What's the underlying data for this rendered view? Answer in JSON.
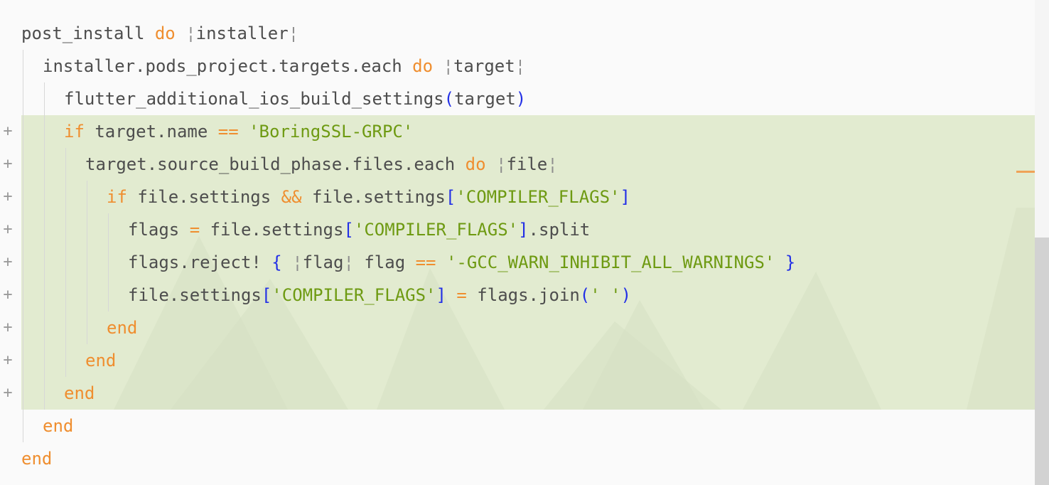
{
  "editor": {
    "lines": [
      {
        "indent": 0,
        "added": false,
        "tokens": [
          {
            "t": "plain",
            "v": "post_install "
          },
          {
            "t": "kw",
            "v": "do"
          },
          {
            "t": "plain",
            "v": " "
          },
          {
            "t": "pipe",
            "v": "¦"
          },
          {
            "t": "plain",
            "v": "installer"
          },
          {
            "t": "pipe",
            "v": "¦"
          }
        ]
      },
      {
        "indent": 1,
        "added": false,
        "tokens": [
          {
            "t": "plain",
            "v": "installer.pods_project.targets.each "
          },
          {
            "t": "kw",
            "v": "do"
          },
          {
            "t": "plain",
            "v": " "
          },
          {
            "t": "pipe",
            "v": "¦"
          },
          {
            "t": "plain",
            "v": "target"
          },
          {
            "t": "pipe",
            "v": "¦"
          }
        ]
      },
      {
        "indent": 2,
        "added": false,
        "tokens": [
          {
            "t": "plain",
            "v": "flutter_additional_ios_build_settings"
          },
          {
            "t": "br",
            "v": "("
          },
          {
            "t": "plain",
            "v": "target"
          },
          {
            "t": "br",
            "v": ")"
          }
        ]
      },
      {
        "indent": 2,
        "added": true,
        "tokens": [
          {
            "t": "kw",
            "v": "if"
          },
          {
            "t": "plain",
            "v": " target.name "
          },
          {
            "t": "kw",
            "v": "=="
          },
          {
            "t": "plain",
            "v": " "
          },
          {
            "t": "str",
            "v": "'BoringSSL-GRPC'"
          }
        ]
      },
      {
        "indent": 3,
        "added": true,
        "tokens": [
          {
            "t": "plain",
            "v": "target.source_build_phase.files.each "
          },
          {
            "t": "kw",
            "v": "do"
          },
          {
            "t": "plain",
            "v": " "
          },
          {
            "t": "pipe",
            "v": "¦"
          },
          {
            "t": "plain",
            "v": "file"
          },
          {
            "t": "pipe",
            "v": "¦"
          }
        ]
      },
      {
        "indent": 4,
        "added": true,
        "tokens": [
          {
            "t": "kw",
            "v": "if"
          },
          {
            "t": "plain",
            "v": " file.settings "
          },
          {
            "t": "kw",
            "v": "&&"
          },
          {
            "t": "plain",
            "v": " file.settings"
          },
          {
            "t": "br",
            "v": "["
          },
          {
            "t": "str",
            "v": "'COMPILER_FLAGS'"
          },
          {
            "t": "br",
            "v": "]"
          }
        ]
      },
      {
        "indent": 5,
        "added": true,
        "tokens": [
          {
            "t": "plain",
            "v": "flags "
          },
          {
            "t": "kw",
            "v": "="
          },
          {
            "t": "plain",
            "v": " file.settings"
          },
          {
            "t": "br",
            "v": "["
          },
          {
            "t": "str",
            "v": "'COMPILER_FLAGS'"
          },
          {
            "t": "br",
            "v": "]"
          },
          {
            "t": "plain",
            "v": ".split"
          }
        ]
      },
      {
        "indent": 5,
        "added": true,
        "tokens": [
          {
            "t": "plain",
            "v": "flags.reject! "
          },
          {
            "t": "br",
            "v": "{"
          },
          {
            "t": "plain",
            "v": " "
          },
          {
            "t": "pipe",
            "v": "¦"
          },
          {
            "t": "plain",
            "v": "flag"
          },
          {
            "t": "pipe",
            "v": "¦"
          },
          {
            "t": "plain",
            "v": " flag "
          },
          {
            "t": "kw",
            "v": "=="
          },
          {
            "t": "plain",
            "v": " "
          },
          {
            "t": "str",
            "v": "'-GCC_WARN_INHIBIT_ALL_WARNINGS'"
          },
          {
            "t": "plain",
            "v": " "
          },
          {
            "t": "br",
            "v": "}"
          }
        ]
      },
      {
        "indent": 5,
        "added": true,
        "tokens": [
          {
            "t": "plain",
            "v": "file.settings"
          },
          {
            "t": "br",
            "v": "["
          },
          {
            "t": "str",
            "v": "'COMPILER_FLAGS'"
          },
          {
            "t": "br",
            "v": "]"
          },
          {
            "t": "plain",
            "v": " "
          },
          {
            "t": "kw",
            "v": "="
          },
          {
            "t": "plain",
            "v": " flags.join"
          },
          {
            "t": "br",
            "v": "("
          },
          {
            "t": "str",
            "v": "' '"
          },
          {
            "t": "br",
            "v": ")"
          }
        ]
      },
      {
        "indent": 4,
        "added": true,
        "tokens": [
          {
            "t": "kw",
            "v": "end"
          }
        ]
      },
      {
        "indent": 3,
        "added": true,
        "tokens": [
          {
            "t": "kw",
            "v": "end"
          }
        ]
      },
      {
        "indent": 2,
        "added": true,
        "tokens": [
          {
            "t": "kw",
            "v": "end"
          }
        ]
      },
      {
        "indent": 1,
        "added": false,
        "tokens": [
          {
            "t": "kw",
            "v": "end"
          }
        ]
      },
      {
        "indent": 0,
        "added": false,
        "tokens": [
          {
            "t": "kw",
            "v": "end"
          }
        ]
      }
    ],
    "added_marker": "+",
    "added_band_color": "#e2ebd0"
  },
  "theme": {
    "keyword": "#ef8e2f",
    "string": "#6e9a12",
    "bracket": "#2330e6",
    "text": "#4d4d4d"
  }
}
